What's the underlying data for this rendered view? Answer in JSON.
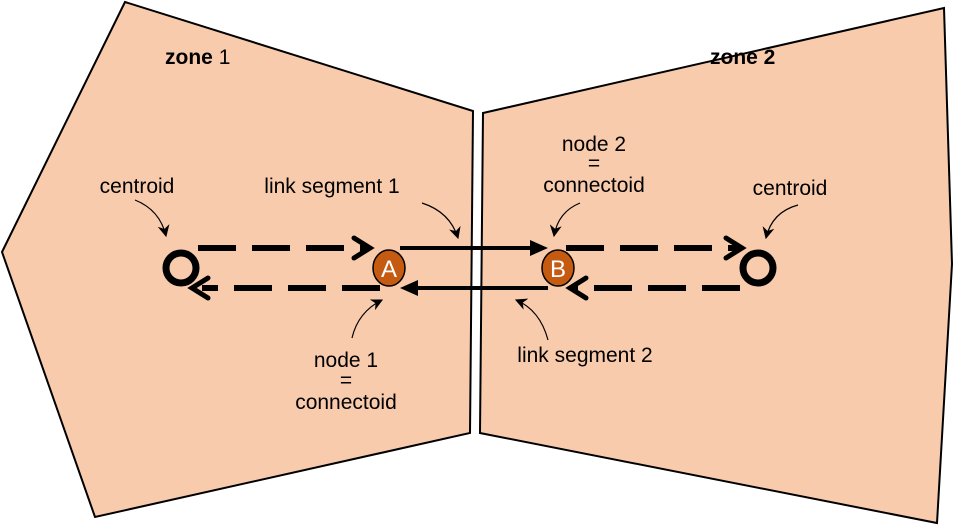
{
  "zones": [
    {
      "label_bold": "zone",
      "label_num": "1"
    },
    {
      "label_bold": "zone 2",
      "label_num": ""
    }
  ],
  "nodes": [
    {
      "letter": "A"
    },
    {
      "letter": "B"
    }
  ],
  "labels": {
    "centroid_left": "centroid",
    "centroid_right": "centroid",
    "link1": "link segment 1",
    "link2": "link segment 2",
    "node1_line1": "node 1",
    "node1_eq": "=",
    "node1_line2": "connectoid",
    "node2_line1": "node 2",
    "node2_eq": "=",
    "node2_line2": "connectoid"
  },
  "colors": {
    "zone_fill": "#f8cbad",
    "node_fill": "#c55a11"
  }
}
